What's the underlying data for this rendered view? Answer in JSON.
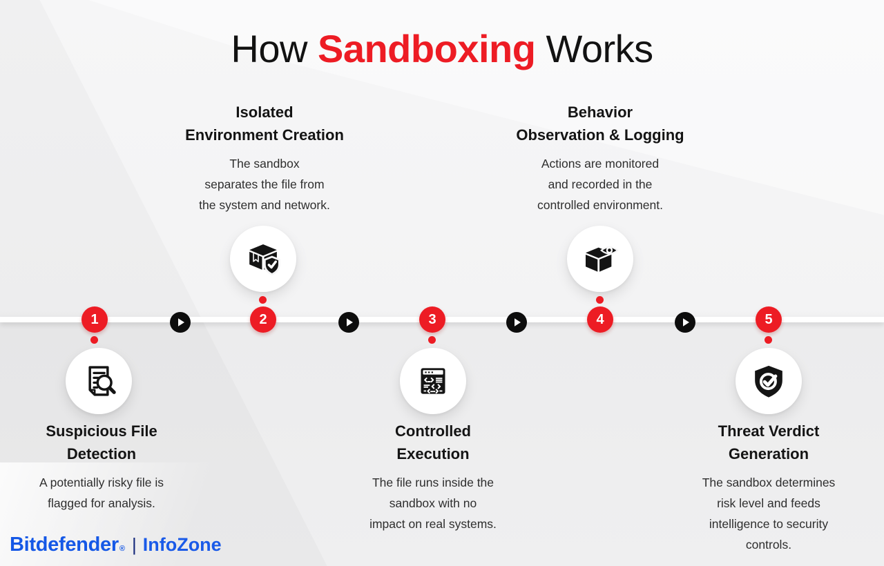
{
  "title": {
    "prefix": "How ",
    "highlight": "Sandboxing",
    "suffix": " Works"
  },
  "colors": {
    "accent_red": "#ed1c24",
    "brand_blue": "#1558e6",
    "separator_navy": "#13277a",
    "icon_black": "#141414",
    "background_gray": "#f3f3f4",
    "timeline_white": "#ffffff"
  },
  "timeline": {
    "play_icons": [
      "play-arrow",
      "play-arrow",
      "play-arrow",
      "play-arrow"
    ]
  },
  "steps": [
    {
      "number": "1",
      "position": "bottom",
      "icon": "file-search-icon",
      "title_lines": [
        "Suspicious File",
        "Detection"
      ],
      "desc_lines": [
        "A potentially risky file is",
        "flagged for analysis."
      ]
    },
    {
      "number": "2",
      "position": "top",
      "icon": "package-shield-icon",
      "title_lines": [
        "Isolated",
        "Environment Creation"
      ],
      "desc_lines": [
        "The sandbox",
        "separates the file from",
        "the system and network."
      ]
    },
    {
      "number": "3",
      "position": "bottom",
      "icon": "code-window-icon",
      "title_lines": [
        "Controlled",
        "Execution"
      ],
      "desc_lines": [
        "The file runs inside the",
        "sandbox with no",
        "impact on real systems."
      ]
    },
    {
      "number": "4",
      "position": "top",
      "icon": "package-eye-icon",
      "title_lines": [
        "Behavior",
        "Observation & Logging"
      ],
      "desc_lines": [
        "Actions are monitored",
        "and recorded in the",
        "controlled environment."
      ]
    },
    {
      "number": "5",
      "position": "bottom",
      "icon": "shield-check-icon",
      "title_lines": [
        "Threat Verdict",
        "Generation"
      ],
      "desc_lines": [
        "The sandbox determines",
        "risk level and feeds",
        "intelligence to security",
        "controls."
      ]
    }
  ],
  "brand": {
    "name": "Bitdefender",
    "reg": "®",
    "separator": "|",
    "zone": "InfoZone"
  }
}
